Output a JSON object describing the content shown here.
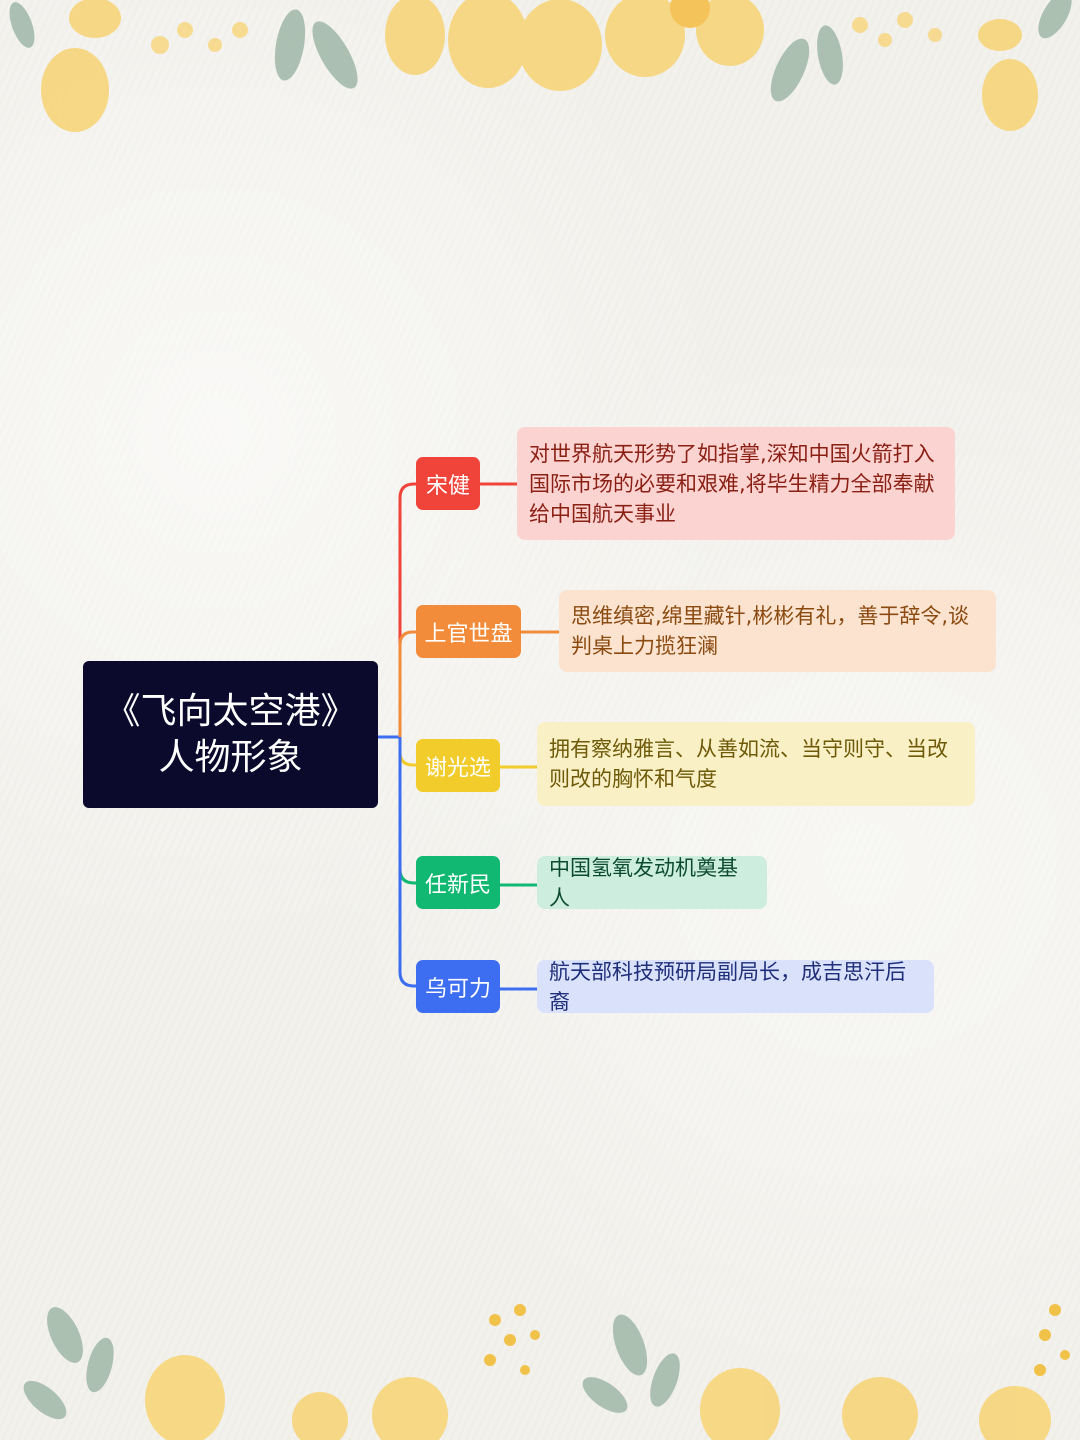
{
  "root": {
    "line1": "《飞向太空港》",
    "line2": "人物形象"
  },
  "characters": [
    {
      "name": "宋健",
      "description": "对世界航天形势了如指掌,深知中国火箭打入国际市场的必要和艰难,将毕生精力全部奉献给中国航天事业",
      "color": "#f0433a",
      "bg": "#fbd3d0",
      "text_color": "#8a1f14"
    },
    {
      "name": "上官世盘",
      "description": "思维缜密,绵里藏针,彬彬有礼，善于辞令,谈判桌上力揽狂澜",
      "color": "#f28c3a",
      "bg": "#fbe3cf",
      "text_color": "#8a4a10"
    },
    {
      "name": "谢光选",
      "description": "拥有察纳雅言、从善如流、当守则守、当改则改的胸怀和气度",
      "color": "#f1cc2a",
      "bg": "#faf0c6",
      "text_color": "#6e5a08"
    },
    {
      "name": "任新民",
      "description": "中国氢氧发动机奠基人",
      "color": "#10b871",
      "bg": "#cdeede",
      "text_color": "#0d4b30"
    },
    {
      "name": "乌可力",
      "description": "航天部科技预研局副局长，成吉思汗后裔",
      "color": "#3d6ef1",
      "bg": "#d9e1fb",
      "text_color": "#1f2f7a"
    }
  ],
  "connector_color": "#3d6ef1"
}
